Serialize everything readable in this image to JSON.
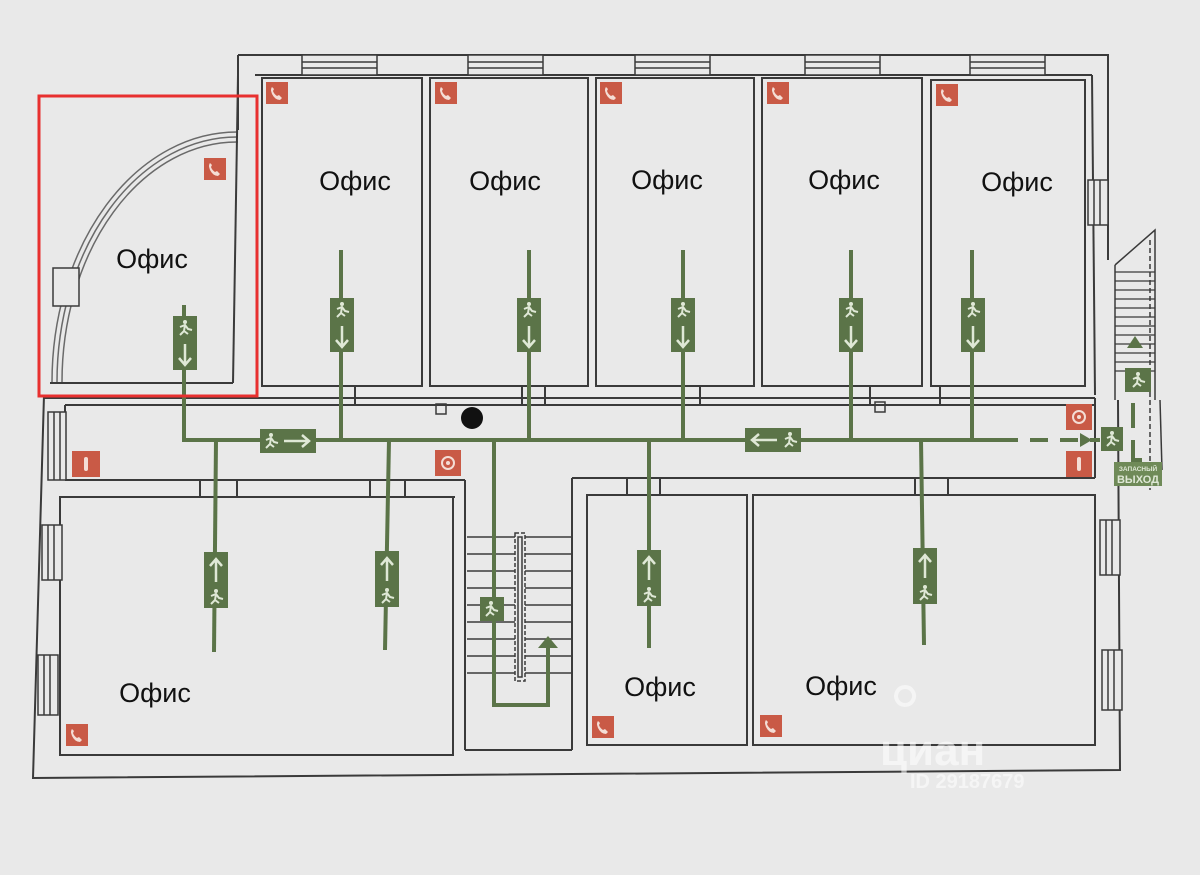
{
  "plan": {
    "room_label": "Офис",
    "rooms": [
      {
        "id": "office-1",
        "label": "Офис"
      },
      {
        "id": "office-2",
        "label": "Офис"
      },
      {
        "id": "office-3",
        "label": "Офис"
      },
      {
        "id": "office-4",
        "label": "Офис"
      },
      {
        "id": "office-5",
        "label": "Офис"
      },
      {
        "id": "office-6",
        "label": "Офис"
      },
      {
        "id": "office-7",
        "label": "Офис"
      },
      {
        "id": "office-8",
        "label": "Офис"
      },
      {
        "id": "office-9",
        "label": "Офис"
      }
    ],
    "emergency_exit": {
      "line1": "ЗАПАСНЫЙ",
      "line2": "ВЫХОД"
    },
    "highlighted_room": "office-1"
  },
  "watermark": {
    "brand": "циан",
    "id_text": "ID 29187679"
  },
  "colors": {
    "wall": "#3a3a3a",
    "evac_green": "#5b7448",
    "fire_red": "#c95a46",
    "highlight_red": "#e8302f",
    "paper": "#e9e9e9"
  }
}
